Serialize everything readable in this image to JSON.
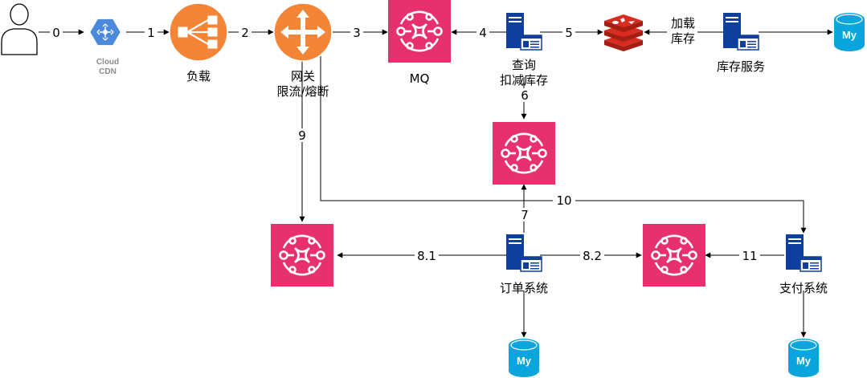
{
  "diagram": {
    "nodes": {
      "user": {
        "label": ""
      },
      "cdn": {
        "label_line1": "Cloud",
        "label_line2": "CDN"
      },
      "lb": {
        "label": "负载"
      },
      "gateway": {
        "label_line1": "网关",
        "label_line2": "限流/熔断"
      },
      "mq1": {
        "label": "MQ"
      },
      "query_server": {
        "label_line1": "查询",
        "label_line2": "扣减库存"
      },
      "redis": {
        "label": ""
      },
      "inventory_server": {
        "label": "库存服务"
      },
      "mysql_inventory": {
        "label": "My"
      },
      "mq2": {
        "label": ""
      },
      "mq3": {
        "label": ""
      },
      "order_server": {
        "label": "订单系统"
      },
      "mq4": {
        "label": ""
      },
      "payment_server": {
        "label": "支付系统"
      },
      "mysql_order": {
        "label": "My"
      },
      "mysql_payment": {
        "label": "My"
      }
    },
    "edges": {
      "e0": "0",
      "e1": "1",
      "e2": "2",
      "e3": "3",
      "e4": "4",
      "e5": "5",
      "e_load": {
        "line1": "加载",
        "line2": "库存"
      },
      "e6": "6",
      "e7": "7",
      "e8_1": "8.1",
      "e8_2": "8.2",
      "e9": "9",
      "e10": "10",
      "e11": "11"
    },
    "colors": {
      "mq": "#e7316e",
      "gateway": "#f58536",
      "server": "#0f3e9e",
      "redis": "#d82c20",
      "mysql": "#0aa5dd",
      "cdn": "#4a89dc"
    }
  }
}
